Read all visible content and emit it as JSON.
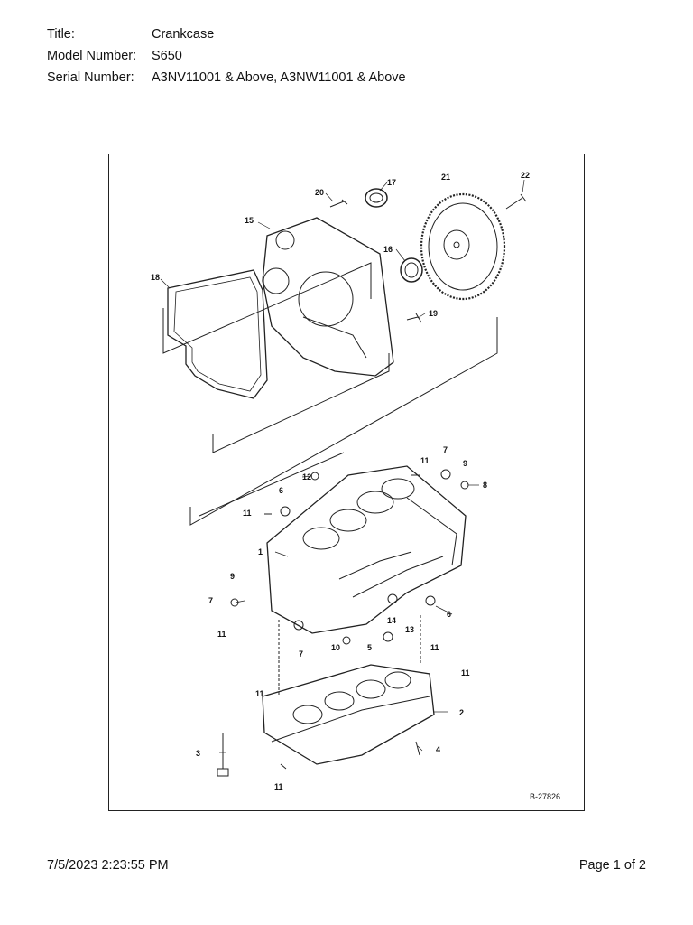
{
  "header": {
    "title_label": "Title:",
    "title_value": "Crankcase",
    "model_label": "Model Number:",
    "model_value": "S650",
    "serial_label": "Serial Number:",
    "serial_value": "A3NV11001 & Above, A3NW11001 & Above"
  },
  "figure": {
    "code": "B-27826",
    "callouts": [
      "20",
      "17",
      "21",
      "22",
      "15",
      "16",
      "18",
      "19",
      "11",
      "7",
      "9",
      "12",
      "8",
      "6",
      "11",
      "1",
      "9",
      "7",
      "14",
      "6",
      "13",
      "11",
      "7",
      "10",
      "5",
      "11",
      "11",
      "11",
      "2",
      "3",
      "4",
      "11"
    ]
  },
  "footer": {
    "timestamp": "7/5/2023 2:23:55 PM",
    "page": "Page 1 of 2"
  }
}
